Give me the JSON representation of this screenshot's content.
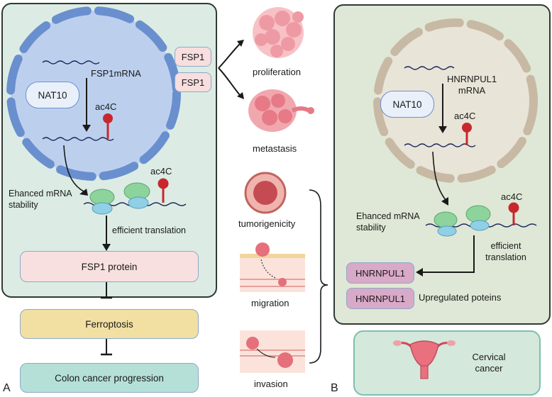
{
  "panel_a": {
    "letter": "A",
    "mrna_label": "FSP1mRNA",
    "nat10": "NAT10",
    "ac4c_inner": "ac4C",
    "ac4c_outer": "ac4C",
    "fsp1_badges": [
      "FSP1",
      "FSP1"
    ],
    "stability_label": "Ehanced mRNA stability",
    "translation_label": "efficient translation",
    "protein": "FSP1 protein",
    "ferroptosis": "Ferroptosis",
    "progression": "Colon cancer progression"
  },
  "center": {
    "proliferation": "proliferation",
    "metastasis": "metastasis",
    "tumorigenicity": "tumorigenicity",
    "migration": "migration",
    "invasion": "invasion"
  },
  "panel_b": {
    "letter": "B",
    "mrna_label": "HNRNPUL1 mRNA",
    "nat10": "NAT10",
    "ac4c_inner": "ac4C",
    "ac4c_outer": "ac4C",
    "stability_label": "Ehanced mRNA stability",
    "translation_label": "efficient translation",
    "protein_badges": [
      "HNRNPUL1",
      "HNRNPUL1"
    ],
    "upregulated": "Upregulated poteins",
    "cancer": "Cervical cancer"
  },
  "colors": {
    "panel_a_bg": "#dcece4",
    "panel_b_bg": "#dfe8d6",
    "nucleus_a": "#bcd0ee",
    "membrane_a": "#6a8fcf",
    "nucleus_b": "#e8e4d8",
    "membrane_b": "#c8b9a4",
    "protein_box": "#f9e0e0",
    "ferroptosis_box": "#f2e0a3",
    "progression_box": "#b5e0d8",
    "hnrnpul1_box": "#d9a9c8"
  }
}
